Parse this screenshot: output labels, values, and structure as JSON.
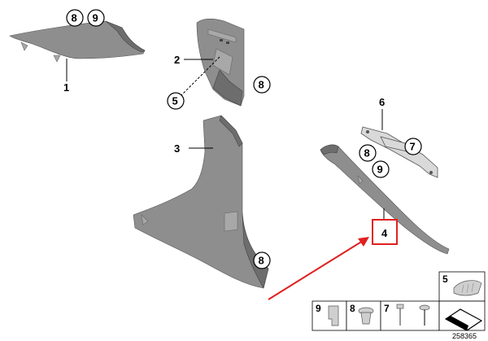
{
  "callouts": {
    "part_1": "1",
    "part_2": "2",
    "part_3": "3",
    "part_4": "4",
    "part_5": "5",
    "part_6": "6",
    "part_7": "7",
    "part_8": "8",
    "part_9": "9"
  },
  "legend": {
    "item_9": "9",
    "item_8": "8",
    "item_7": "7",
    "item_5": "5"
  },
  "diagram_id": "258365",
  "colors": {
    "highlight": "#e02020",
    "part_fill": "#8e8e8e"
  }
}
